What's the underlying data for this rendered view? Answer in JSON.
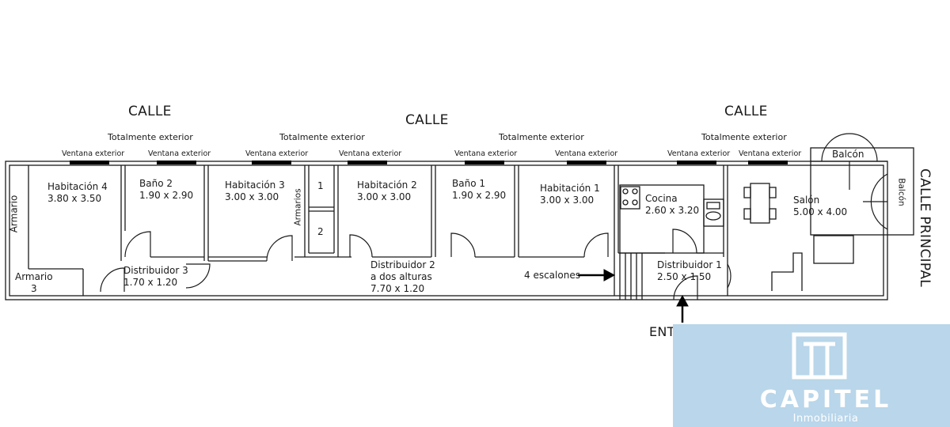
{
  "streets": {
    "left": "CALLE",
    "center": "CALLE",
    "right": "CALLE",
    "main": "CALLE PRINCIPAL"
  },
  "exterior": {
    "label": "Totalmente exterior"
  },
  "window": {
    "label": "Ventana exterior"
  },
  "rooms": {
    "hab4": {
      "name": "Habitación 4",
      "size": "3.80 x 3.50"
    },
    "bano2": {
      "name": "Baño 2",
      "size": "1.90 x 2.90"
    },
    "hab3": {
      "name": "Habitación 3",
      "size": "3.00 x 3.00"
    },
    "hab2": {
      "name": "Habitación 2",
      "size": "3.00 x 3.00"
    },
    "bano1": {
      "name": "Baño 1",
      "size": "1.90 x 2.90"
    },
    "hab1": {
      "name": "Habitación 1",
      "size": "3.00 x 3.00"
    },
    "cocina": {
      "name": "Cocina",
      "size": "2.60 x 3.20"
    },
    "salon": {
      "name": "Salón",
      "size": "5.00 x 4.00"
    },
    "dist3": {
      "name": "Distribuidor 3",
      "size": "1.70 x 1.20"
    },
    "dist2": {
      "name": "Distribuidor 2",
      "sub": "a dos alturas",
      "size": "7.70 x 1.20"
    },
    "dist1": {
      "name": "Distribuidor 1",
      "size": "2.50 x 1.50"
    }
  },
  "closets": {
    "armario": "Armario",
    "armario3": "Armario",
    "armario3_num": "3",
    "armarios": "Armarios",
    "num1": "1",
    "num2": "2"
  },
  "balcony": {
    "top": "Balcón",
    "side": "Balcón"
  },
  "steps": "4 escalones",
  "entrance": "ENTRADA",
  "brand": {
    "name": "CAPITEL",
    "sub": "Inmobiliaria"
  },
  "colors": {
    "wall": "#1a1a1a",
    "brand_bg": "#b9d6ea",
    "brand_text": "#ffffff"
  }
}
